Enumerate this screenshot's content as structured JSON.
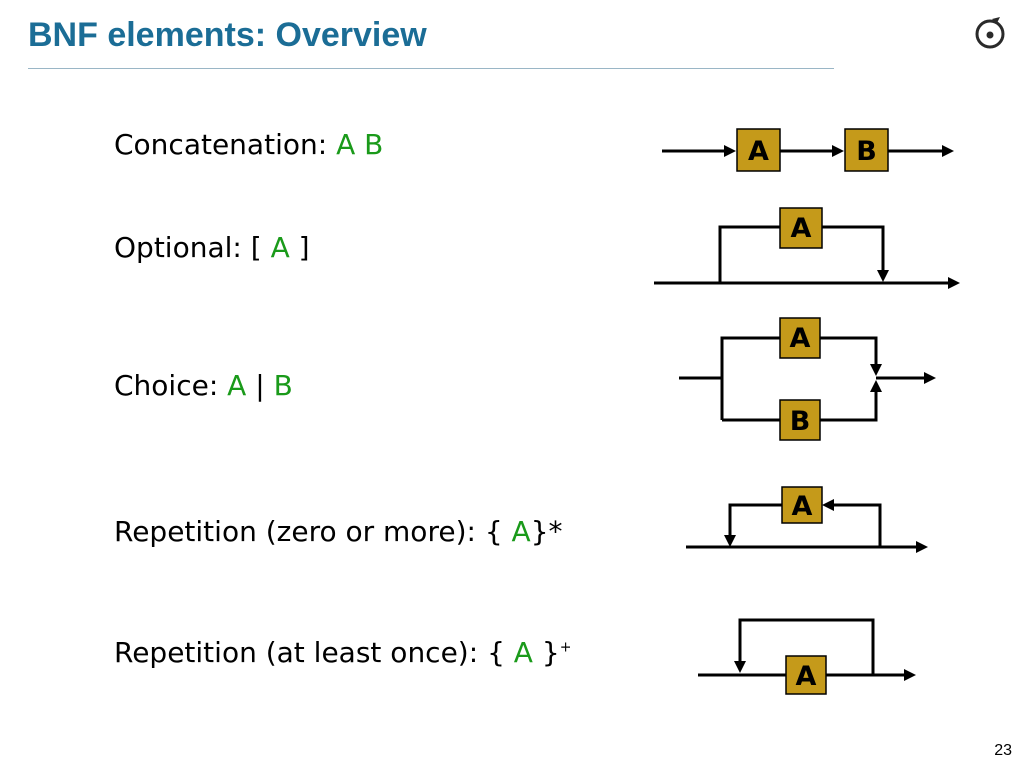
{
  "slide": {
    "title": "BNF elements: Overview",
    "page_number": "23",
    "logo_icon": "eiffel-logo-icon"
  },
  "colors": {
    "title": "#1b6d96",
    "symbol": "#1a9a1a",
    "box_fill": "#c59a1a"
  },
  "rows": [
    {
      "label": "Concatenation:",
      "sym1": "A",
      "mid": " ",
      "sym2": "B",
      "tail": ""
    },
    {
      "label": "Optional: [",
      "sym1": "A",
      "tail": "]"
    },
    {
      "label": "Choice:",
      "sym1": "A",
      "mid": "|",
      "sym2": "B"
    },
    {
      "label": "Repetition (zero or more): {",
      "sym1": "A",
      "tail": "}*"
    },
    {
      "label": "Repetition (at least once): {",
      "sym1": "A",
      "tail": "}",
      "sup": "+"
    }
  ],
  "diagrams": {
    "concat": {
      "box1": "A",
      "box2": "B"
    },
    "optional": {
      "box": "A"
    },
    "choice": {
      "box1": "A",
      "box2": "B"
    },
    "rep_zero": {
      "box": "A"
    },
    "rep_one": {
      "box": "A"
    }
  }
}
